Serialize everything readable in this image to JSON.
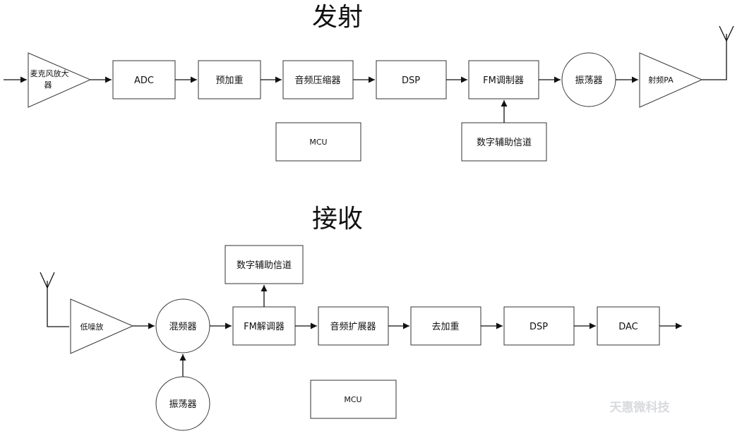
{
  "transmit": {
    "title": "发射",
    "mic_amp": [
      "麦克风放大",
      "器"
    ],
    "adc": "ADC",
    "pre_emphasis": "预加重",
    "compressor": "音频压缩器",
    "dsp": "DSP",
    "fm_modulator": "FM调制器",
    "oscillator": "振荡器",
    "rf_pa": "射频PA",
    "mcu": "MCU",
    "digital_aux": "数字辅助信道"
  },
  "receive": {
    "title": "接收",
    "lna": "低噪放",
    "mixer": "混频器",
    "oscillator": "振荡器",
    "fm_demodulator": "FM解调器",
    "expander": "音频扩展器",
    "de_emphasis": "去加重",
    "dsp": "DSP",
    "dac": "DAC",
    "mcu": "MCU",
    "digital_aux": "数字辅助信道"
  },
  "watermark": "天惠微科技"
}
